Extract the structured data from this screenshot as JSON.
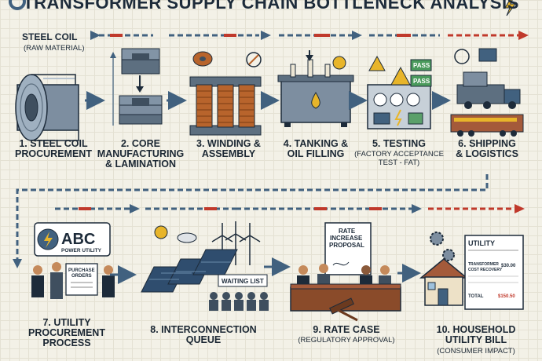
{
  "title": "TRANSFORMER SUPPLY CHAIN BOTTLENECK ANALYSIS",
  "raw_material": {
    "label": "STEEL COIL",
    "sub": "(RAW MATERIAL)"
  },
  "steps": [
    {
      "l1": "1. STEEL COIL",
      "l2": "PROCUREMENT",
      "l3": "",
      "sub1": "",
      "sub2": ""
    },
    {
      "l1": "2. CORE",
      "l2": "MANUFACTURING",
      "l3": "& LAMINATION",
      "sub1": "",
      "sub2": ""
    },
    {
      "l1": "3. WINDING &",
      "l2": "ASSEMBLY",
      "l3": "",
      "sub1": "",
      "sub2": ""
    },
    {
      "l1": "4. TANKING &",
      "l2": "OIL FILLING",
      "l3": "",
      "sub1": "",
      "sub2": ""
    },
    {
      "l1": "5. TESTING",
      "l2": "",
      "l3": "",
      "sub1": "(FACTORY ACCEPTANCE",
      "sub2": "TEST - FAT)"
    },
    {
      "l1": "6. SHIPPING",
      "l2": "& LOGISTICS",
      "l3": "",
      "sub1": "",
      "sub2": ""
    },
    {
      "l1": "7. UTILITY",
      "l2": "PROCUREMENT",
      "l3": "PROCESS",
      "sub1": "",
      "sub2": ""
    },
    {
      "l1": "8. INTERCONNECTION",
      "l2": "QUEUE",
      "l3": "",
      "sub1": "",
      "sub2": ""
    },
    {
      "l1": "9. RATE CASE",
      "l2": "",
      "l3": "",
      "sub1": "(REGULATORY APPROVAL)",
      "sub2": ""
    },
    {
      "l1": "10. HOUSEHOLD",
      "l2": "UTILITY BILL",
      "l3": "",
      "sub1": "(CONSUMER IMPACT)",
      "sub2": ""
    }
  ],
  "tags": {
    "pass": "PASS",
    "abc": "ABC",
    "power_utility": "POWER UTILITY",
    "purchase": "PURCHASE",
    "orders": "ORDERS",
    "waiting_list": "WAITING LIST",
    "rate": "RATE",
    "increase": "INCREASE",
    "proposal": "PROPOSAL",
    "utility": "UTILITY",
    "transformer": "TRANSFORMER",
    "cost_recovery": "COST RECOVERY",
    "amount1": "$30.00",
    "total": "TOTAL",
    "amount2": "$150.50"
  },
  "colors": {
    "steel": "#5d6f80",
    "copper": "#b8642c",
    "red": "#c0392b",
    "blue": "#41617f",
    "yellow": "#e8b52a",
    "dark": "#1d2b3a"
  }
}
